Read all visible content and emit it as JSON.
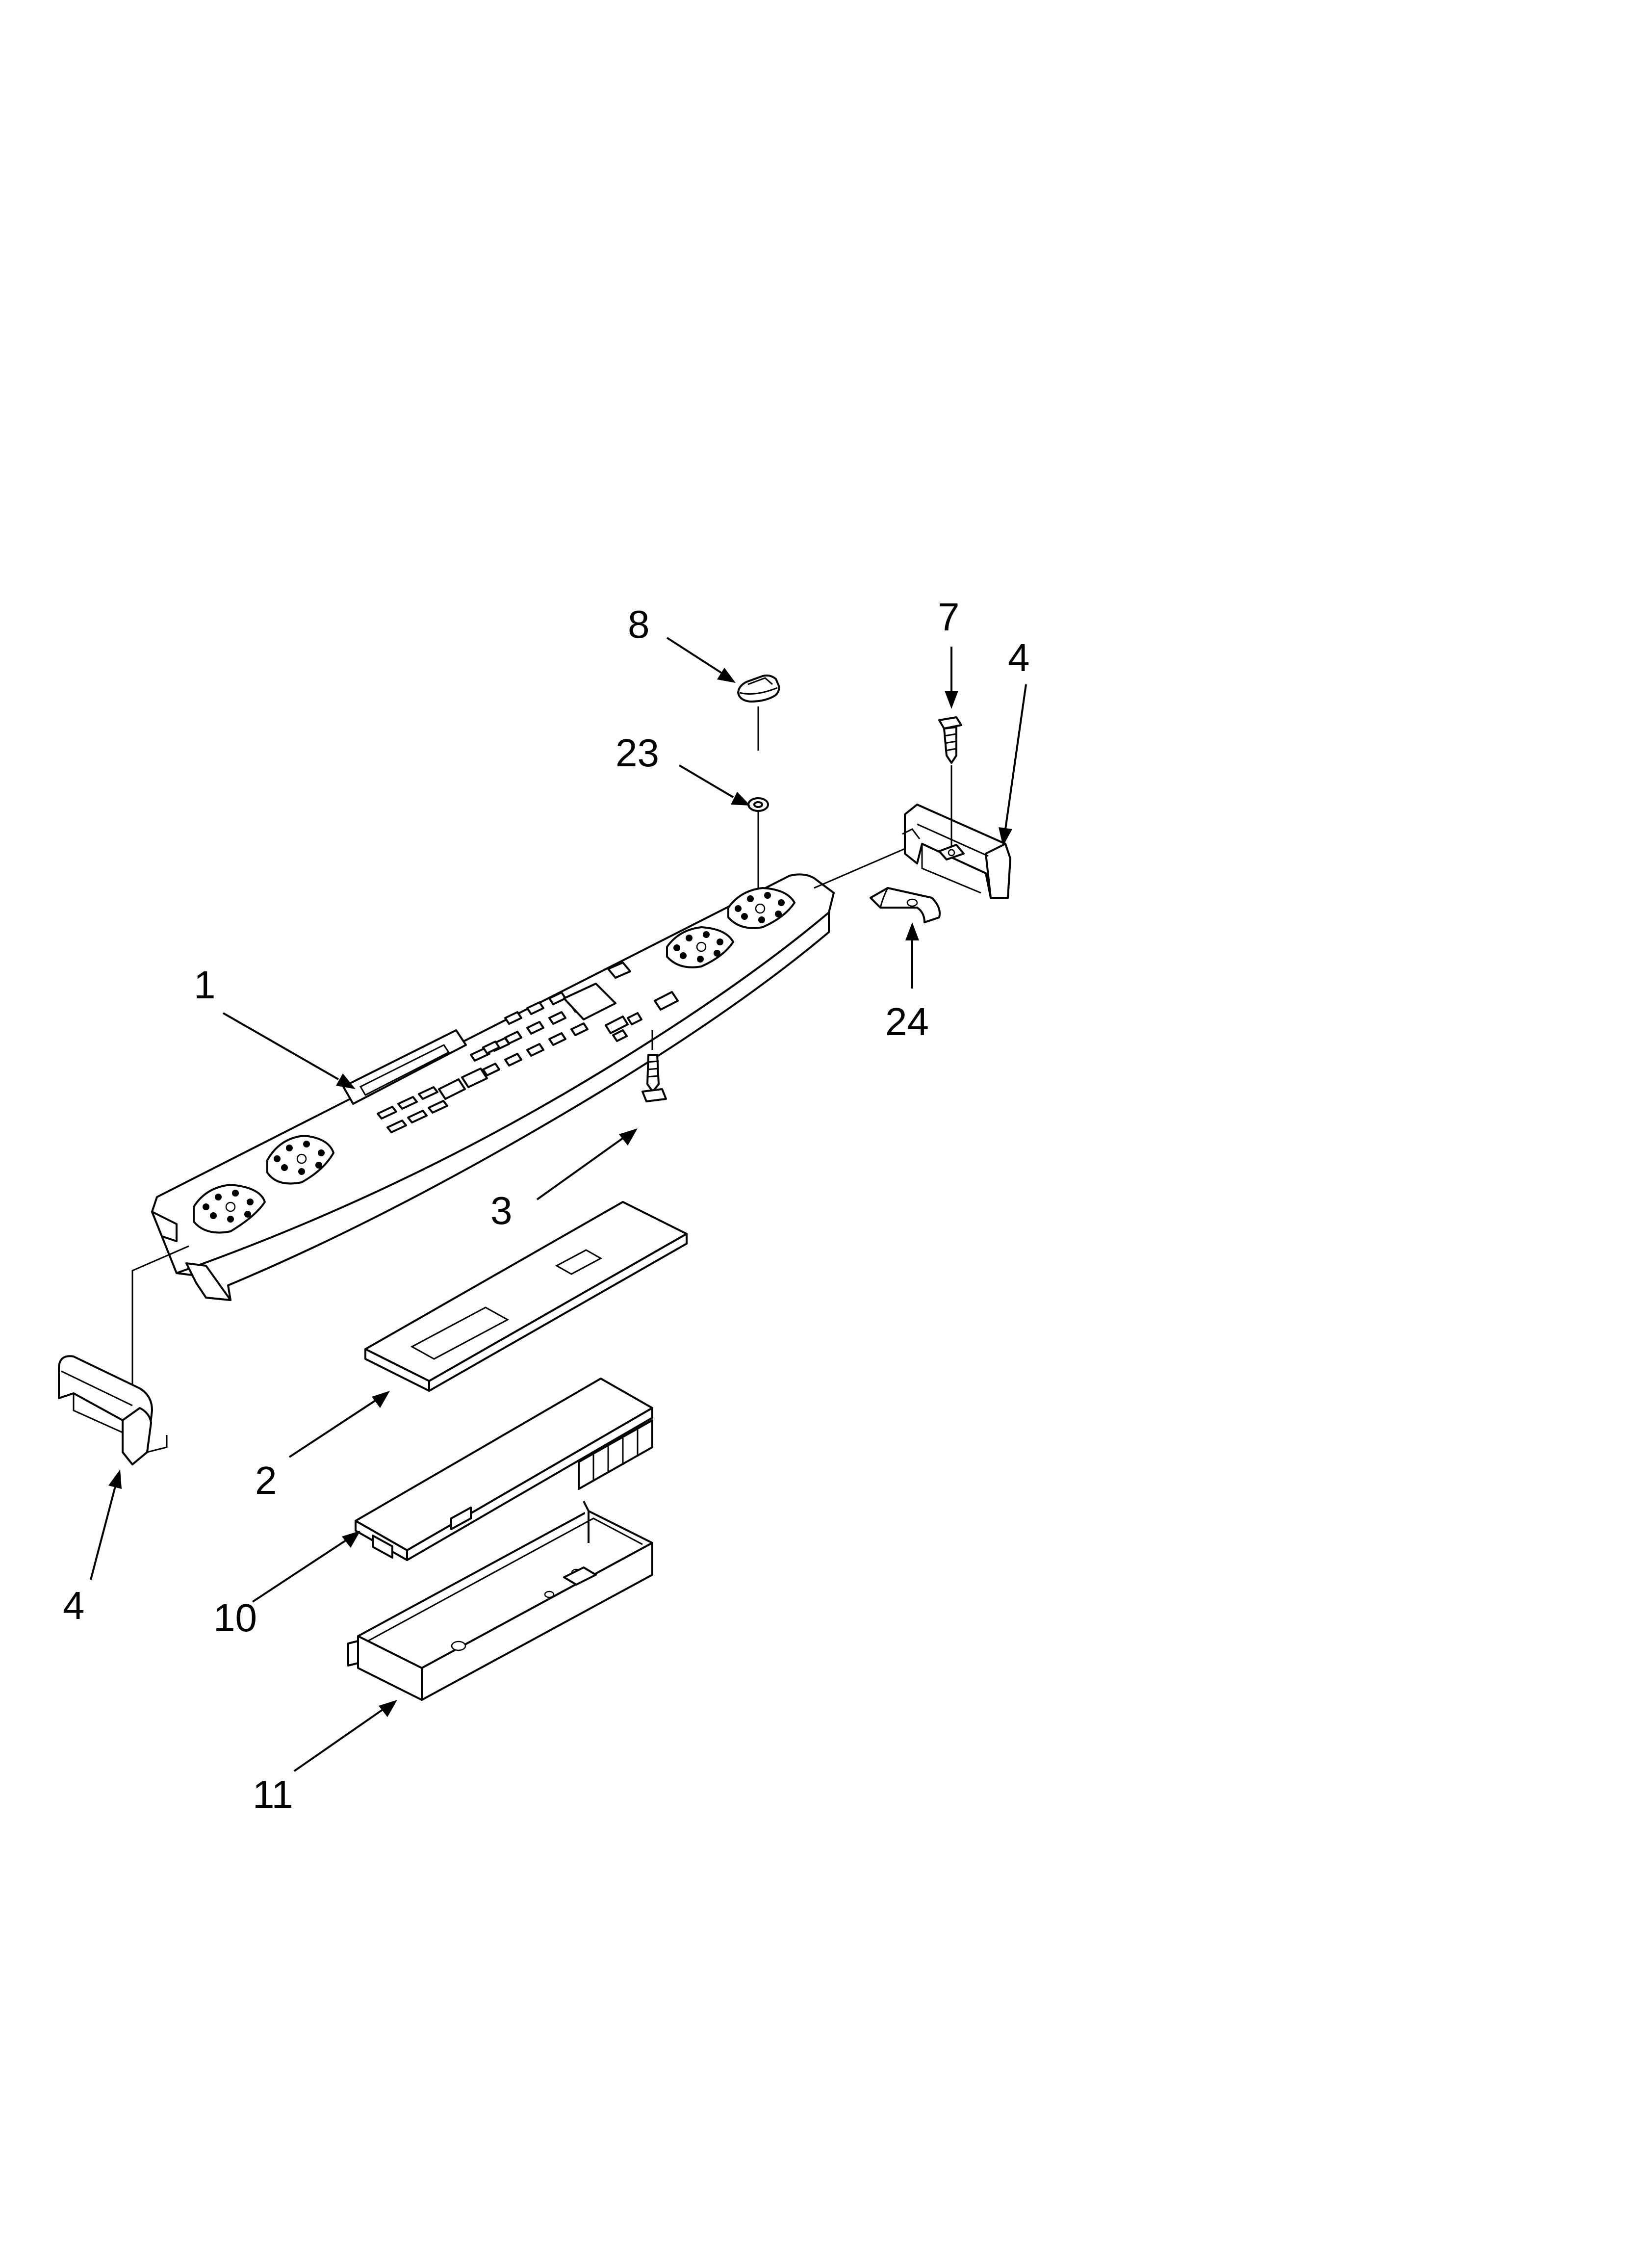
{
  "diagram": {
    "callouts": [
      {
        "id": "label-8",
        "text": "8"
      },
      {
        "id": "label-7",
        "text": "7"
      },
      {
        "id": "label-4-right",
        "text": "4"
      },
      {
        "id": "label-23",
        "text": "23"
      },
      {
        "id": "label-1",
        "text": "1"
      },
      {
        "id": "label-24",
        "text": "24"
      },
      {
        "id": "label-3",
        "text": "3"
      },
      {
        "id": "label-2",
        "text": "2"
      },
      {
        "id": "label-4-left",
        "text": "4"
      },
      {
        "id": "label-10",
        "text": "10"
      },
      {
        "id": "label-11",
        "text": "11"
      }
    ]
  }
}
